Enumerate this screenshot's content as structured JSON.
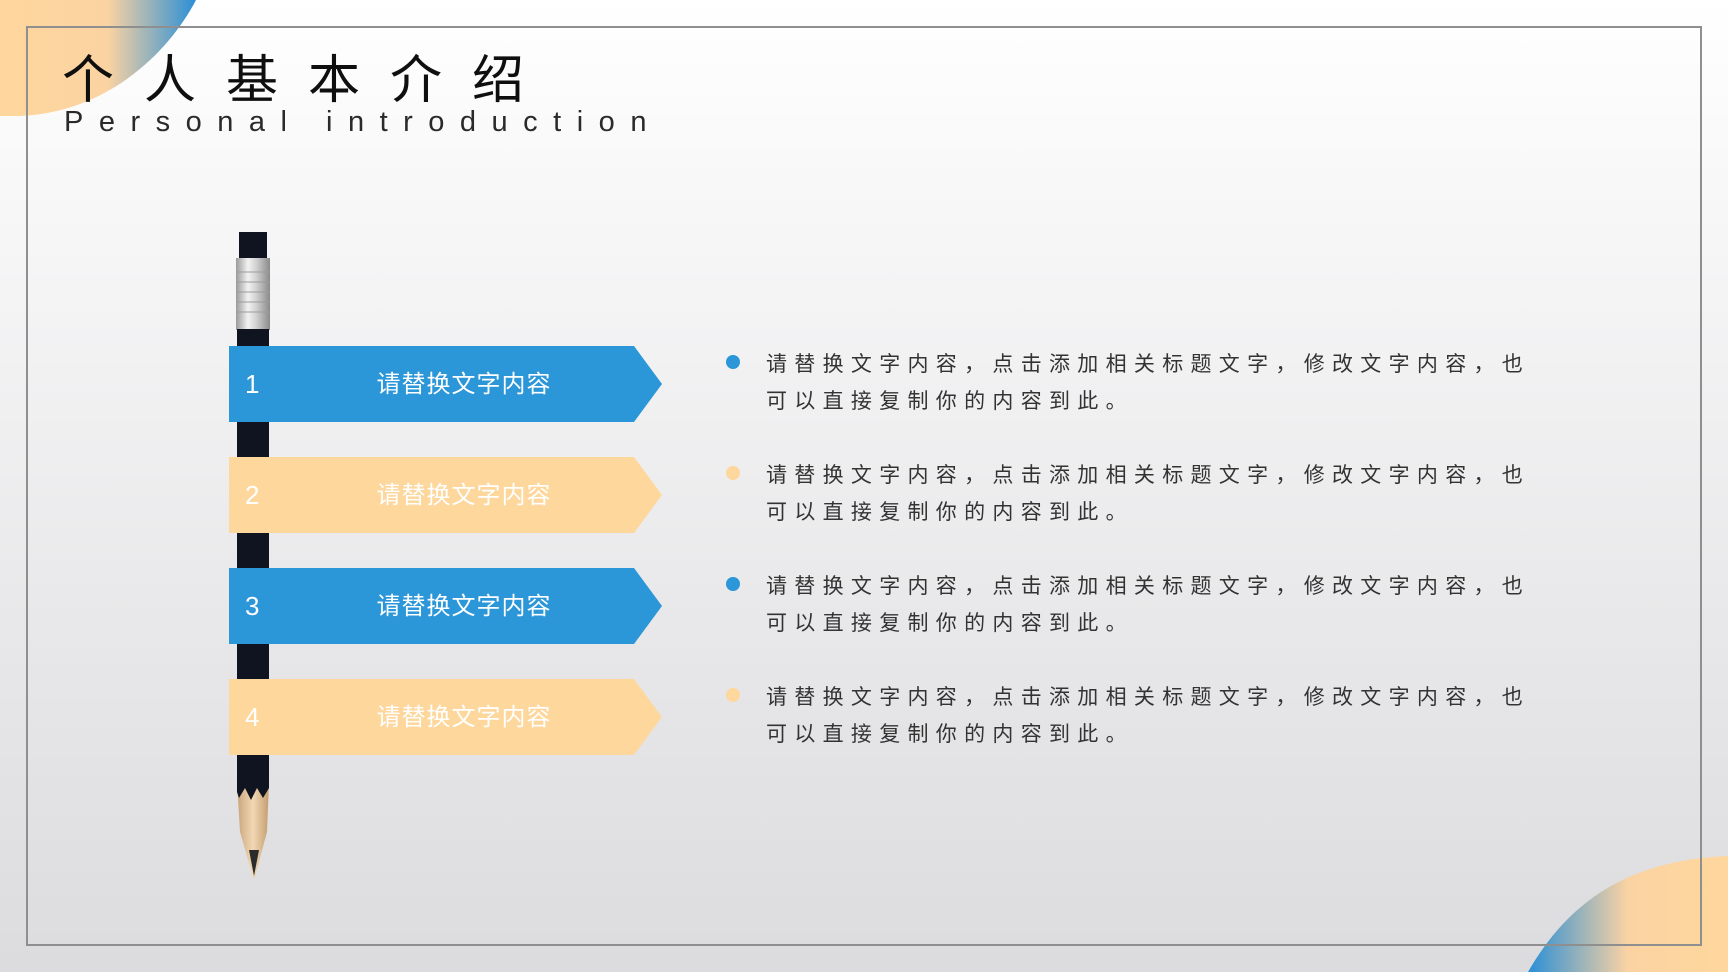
{
  "title": "个人基本介绍",
  "subtitle": "Personal introduction",
  "colors": {
    "blue": "#2b96d8",
    "peach": "#fed79d",
    "pencil_body": "#0f1420",
    "text": "#333333"
  },
  "items": [
    {
      "number": "1",
      "label": "请替换文字内容",
      "style": "blue",
      "line1": "请替换文字内容，点击添加相关标题文字，修改文字内容，也",
      "line2": "可以直接复制你的内容到此。"
    },
    {
      "number": "2",
      "label": "请替换文字内容",
      "style": "peach",
      "line1": "请替换文字内容，点击添加相关标题文字，修改文字内容，也",
      "line2": "可以直接复制你的内容到此。"
    },
    {
      "number": "3",
      "label": "请替换文字内容",
      "style": "blue",
      "line1": "请替换文字内容，点击添加相关标题文字，修改文字内容，也",
      "line2": "可以直接复制你的内容到此。"
    },
    {
      "number": "4",
      "label": "请替换文字内容",
      "style": "peach",
      "line1": "请替换文字内容，点击添加相关标题文字，修改文字内容，也",
      "line2": "可以直接复制你的内容到此。"
    }
  ]
}
